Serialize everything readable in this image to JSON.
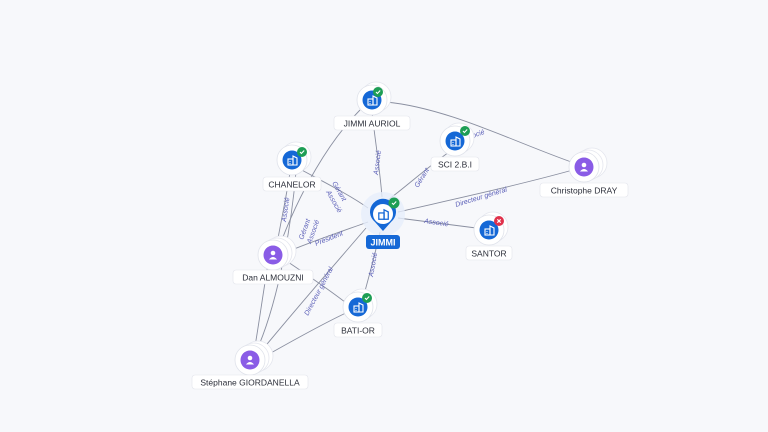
{
  "center": {
    "label": "JIMMI",
    "icon": "building-icon",
    "status": "active"
  },
  "nodes": [
    {
      "id": "jimmi_auriol",
      "label": "JIMMI AURIOL",
      "type": "company",
      "status": "active"
    },
    {
      "id": "sci2bi",
      "label": "SCI 2.B.I",
      "type": "company",
      "status": "active"
    },
    {
      "id": "chanelor",
      "label": "CHANELOR",
      "type": "company",
      "status": "active"
    },
    {
      "id": "christophe",
      "label": "Christophe DRAY",
      "type": "person"
    },
    {
      "id": "santor",
      "label": "SANTOR",
      "type": "company",
      "status": "closed"
    },
    {
      "id": "dan",
      "label": "Dan ALMOUZNI",
      "type": "person"
    },
    {
      "id": "batior",
      "label": "BATI-OR",
      "type": "company",
      "status": "active"
    },
    {
      "id": "stephane",
      "label": "Stéphane GIORDANELLA",
      "type": "person"
    }
  ],
  "edge_labels": {
    "associe": "Associé",
    "gerant": "Gérant",
    "directeur_general": "Directeur général",
    "president": "Président"
  },
  "colors": {
    "company": "#1568d6",
    "person": "#8a5ce6",
    "active_badge": "#1e9e55",
    "closed_badge": "#e0324c",
    "edge": "#8a8fa0",
    "edge_label": "#5b5fb8"
  }
}
